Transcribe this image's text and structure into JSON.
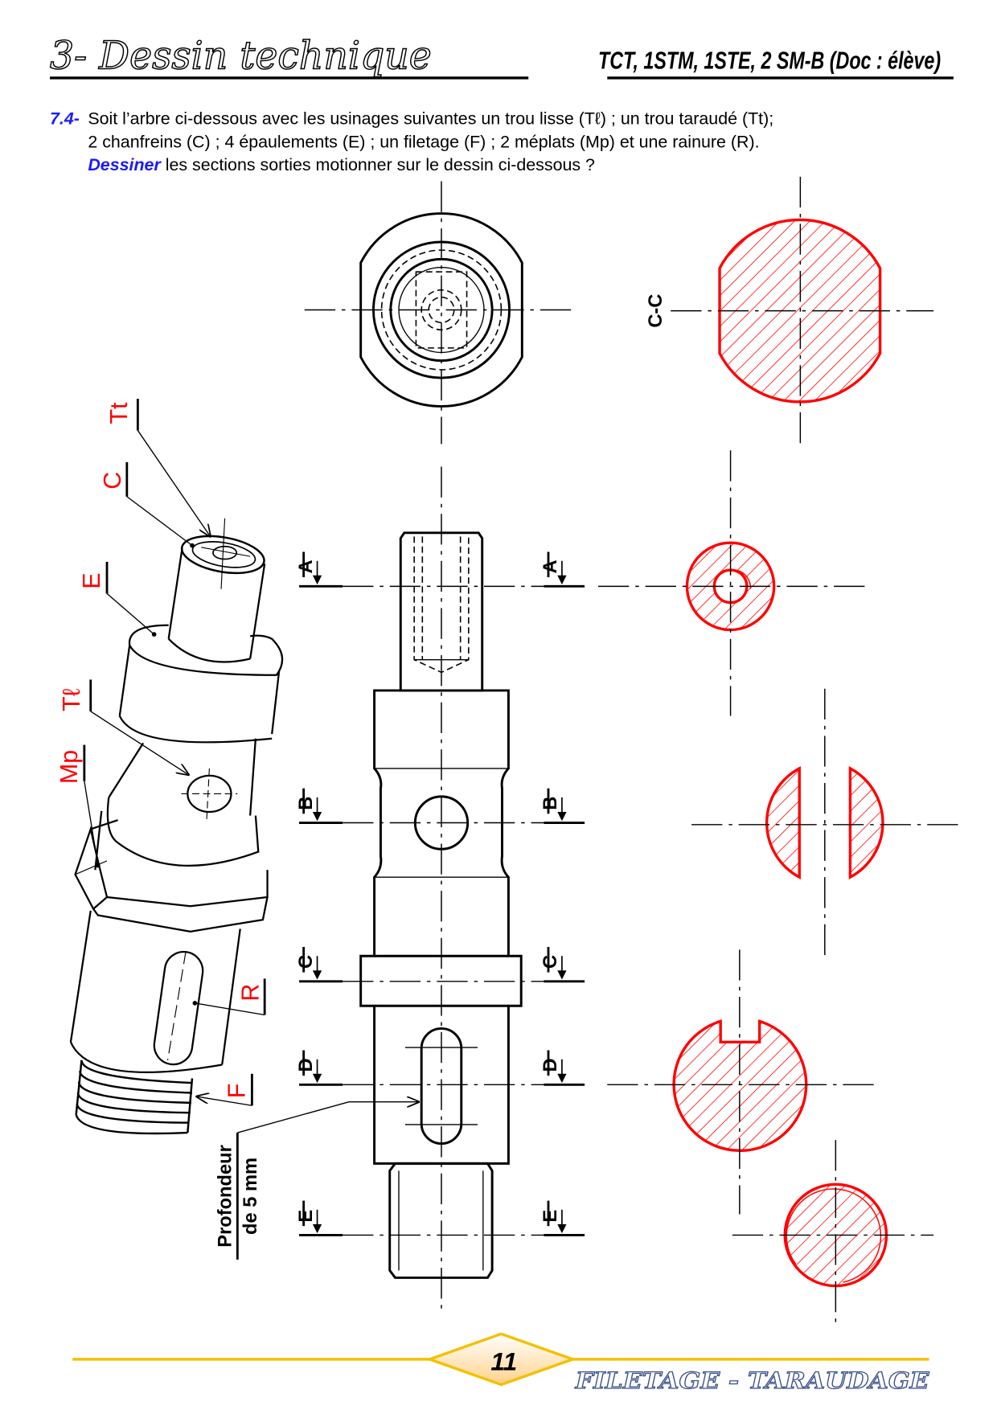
{
  "header": {
    "title": "3- Dessin technique",
    "classes": "TCT, 1STM, 1STE,  2 SM-B (Doc : élève)"
  },
  "question": {
    "number": "7.4-",
    "line1": "Soit l’arbre ci-dessous avec les usinages suivantes un trou lisse (Tℓ) ; un trou taraudé (Tt);",
    "line2": "2 chanfreins (C) ; 4 épaulements (E) ; un filetage (F) ; 2 méplats (Mp) et une rainure (R).",
    "verb": "Dessiner",
    "line3": " les sections sorties motionner sur le dessin ci-dessous ?"
  },
  "iso_labels": {
    "tt": "Tt",
    "c": "C",
    "e": "E",
    "tl": "Tℓ",
    "mp": "Mp",
    "r": "R",
    "f": "F"
  },
  "depth_note": {
    "line1": "Profondeur",
    "line2": "de 5 mm"
  },
  "sections": {
    "cc_label": "C-C",
    "letters": [
      "A",
      "B",
      "C",
      "D",
      "E"
    ]
  },
  "footer": {
    "page_number": "11",
    "chapter": "FILETAGE - TARAUDAGE"
  },
  "colors": {
    "accent_blue": "#1a1aff",
    "section_red": "#ff0000",
    "footer_gold": "#f5c000",
    "chapter_blue": "#3a4f8a"
  }
}
